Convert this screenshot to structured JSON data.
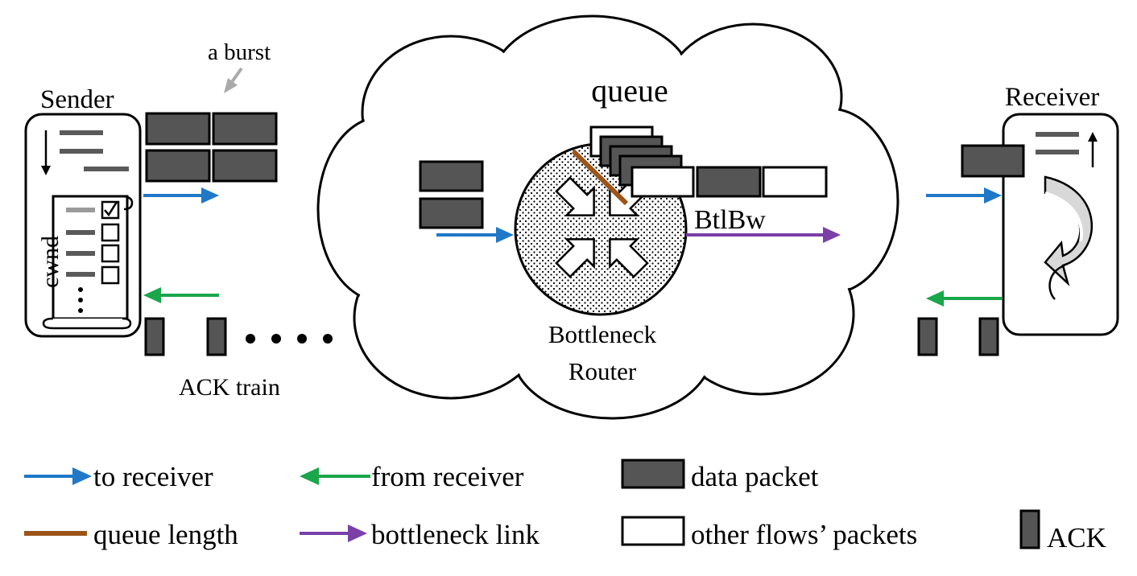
{
  "labels": {
    "sender": "Sender",
    "receiver": "Receiver",
    "a_burst": "a burst",
    "queue": "queue",
    "cwnd": "cwnd",
    "ack_train": "ACK train",
    "btlbw": "BtlBw",
    "bottleneck_line1": "Bottleneck",
    "bottleneck_line2": "Router"
  },
  "legend": {
    "to_receiver": "to receiver",
    "from_receiver": "from receiver",
    "data_packet": "data packet",
    "queue_length": "queue length",
    "bottleneck_link": "bottleneck link",
    "other_flows_packets": "other flows’ packets",
    "ack": "ACK"
  },
  "colors": {
    "to_receiver": "#1f78c8",
    "from_receiver": "#1aa64a",
    "queue_length": "#9c5418",
    "bottleneck_link": "#7b3fa8",
    "data_packet": "#555555",
    "a_burst_arrow": "#aaaaaa"
  }
}
